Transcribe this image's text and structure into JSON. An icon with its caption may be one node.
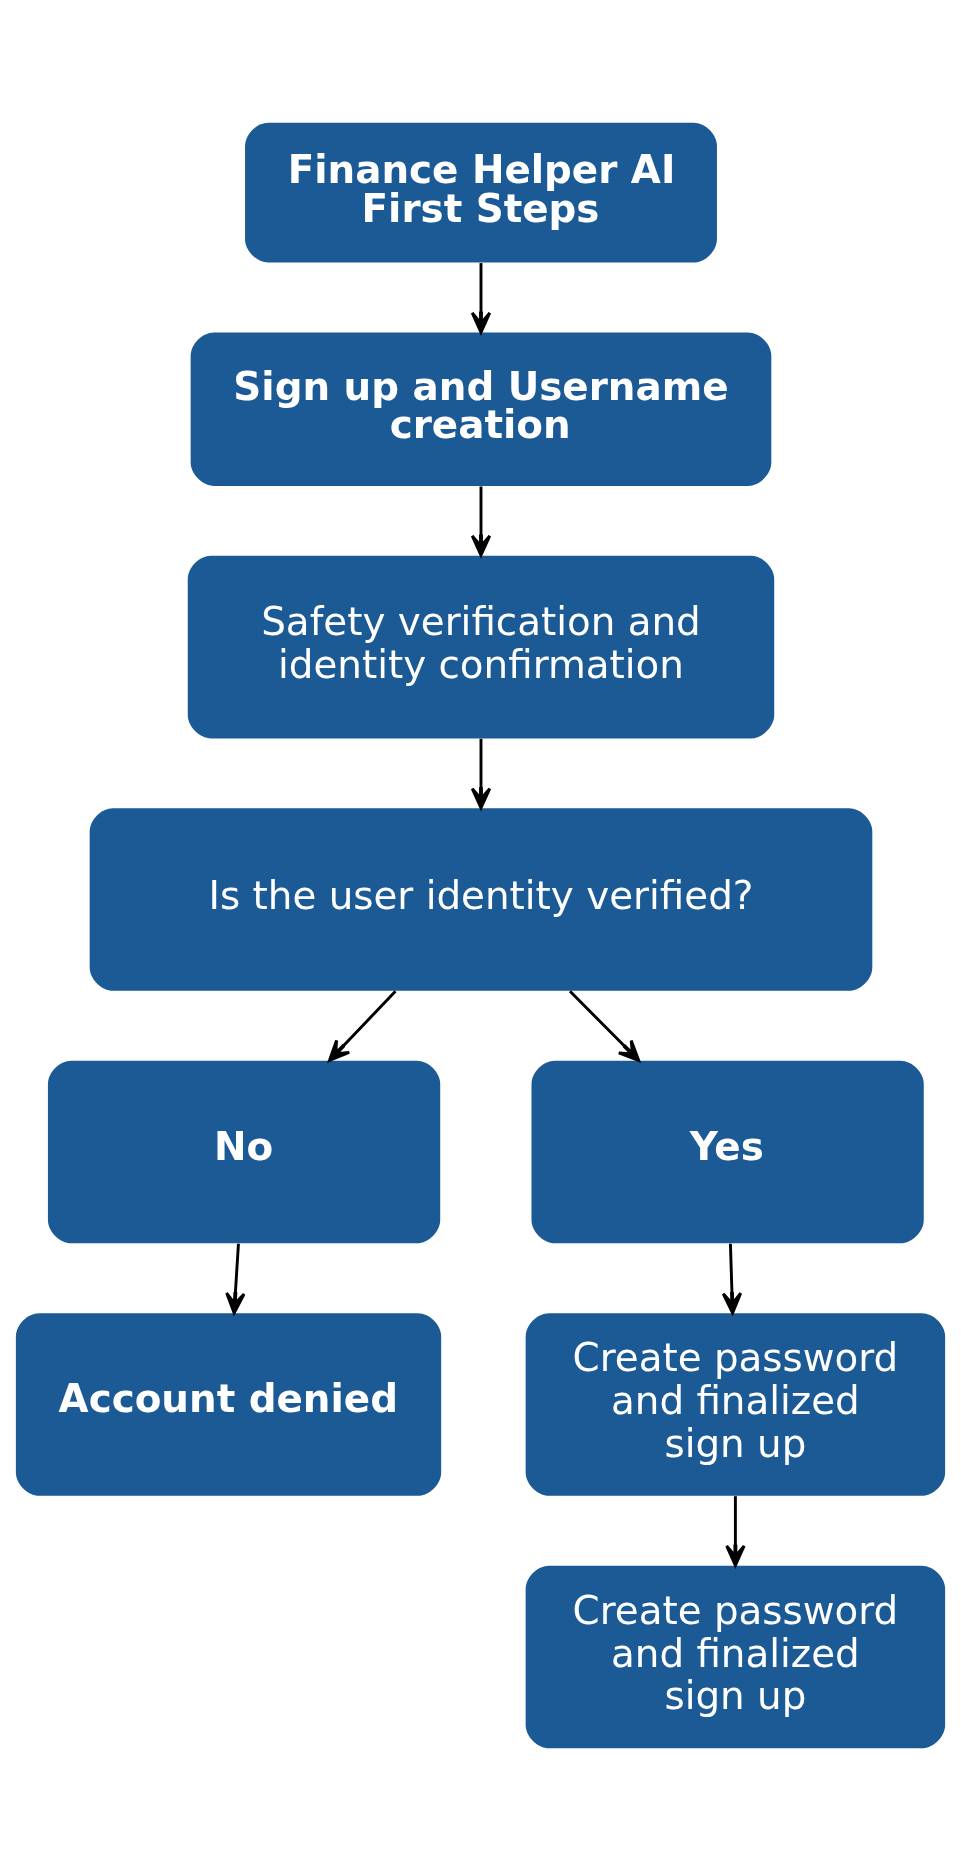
{
  "diagram": {
    "nodes": [
      {
        "text": [
          "Finance Helper AI First Steps"
        ]
      },
      {
        "text": [
          "Sign up and Username creation"
        ]
      },
      {
        "text": [
          "Safety verification and identity confirmation"
        ]
      },
      {
        "text": [
          "Is the user identity verified?"
        ]
      },
      {
        "text": [
          "No"
        ]
      },
      {
        "text": [
          "Yes"
        ]
      },
      {
        "text": [
          "Account denied"
        ]
      },
      {
        "text": [
          "Create password and finalized sign up"
        ]
      },
      {
        "text": [
          "Create password and finalized sign up"
        ]
      }
    ],
    "edges": [
      {
        "from": 0,
        "to": 1,
        "arrow": "to"
      },
      {
        "from": 1,
        "to": 2,
        "arrow": "to"
      },
      {
        "from": 2,
        "to": 3,
        "arrow": "to"
      },
      {
        "from": 3,
        "to": 4,
        "arrow": "to"
      },
      {
        "from": 3,
        "to": 5,
        "arrow": "to"
      },
      {
        "from": 4,
        "to": 6,
        "arrow": "to"
      },
      {
        "from": 5,
        "to": 7,
        "arrow": "to"
      },
      {
        "from": 7,
        "to": 8,
        "arrow": "to"
      }
    ]
  }
}
